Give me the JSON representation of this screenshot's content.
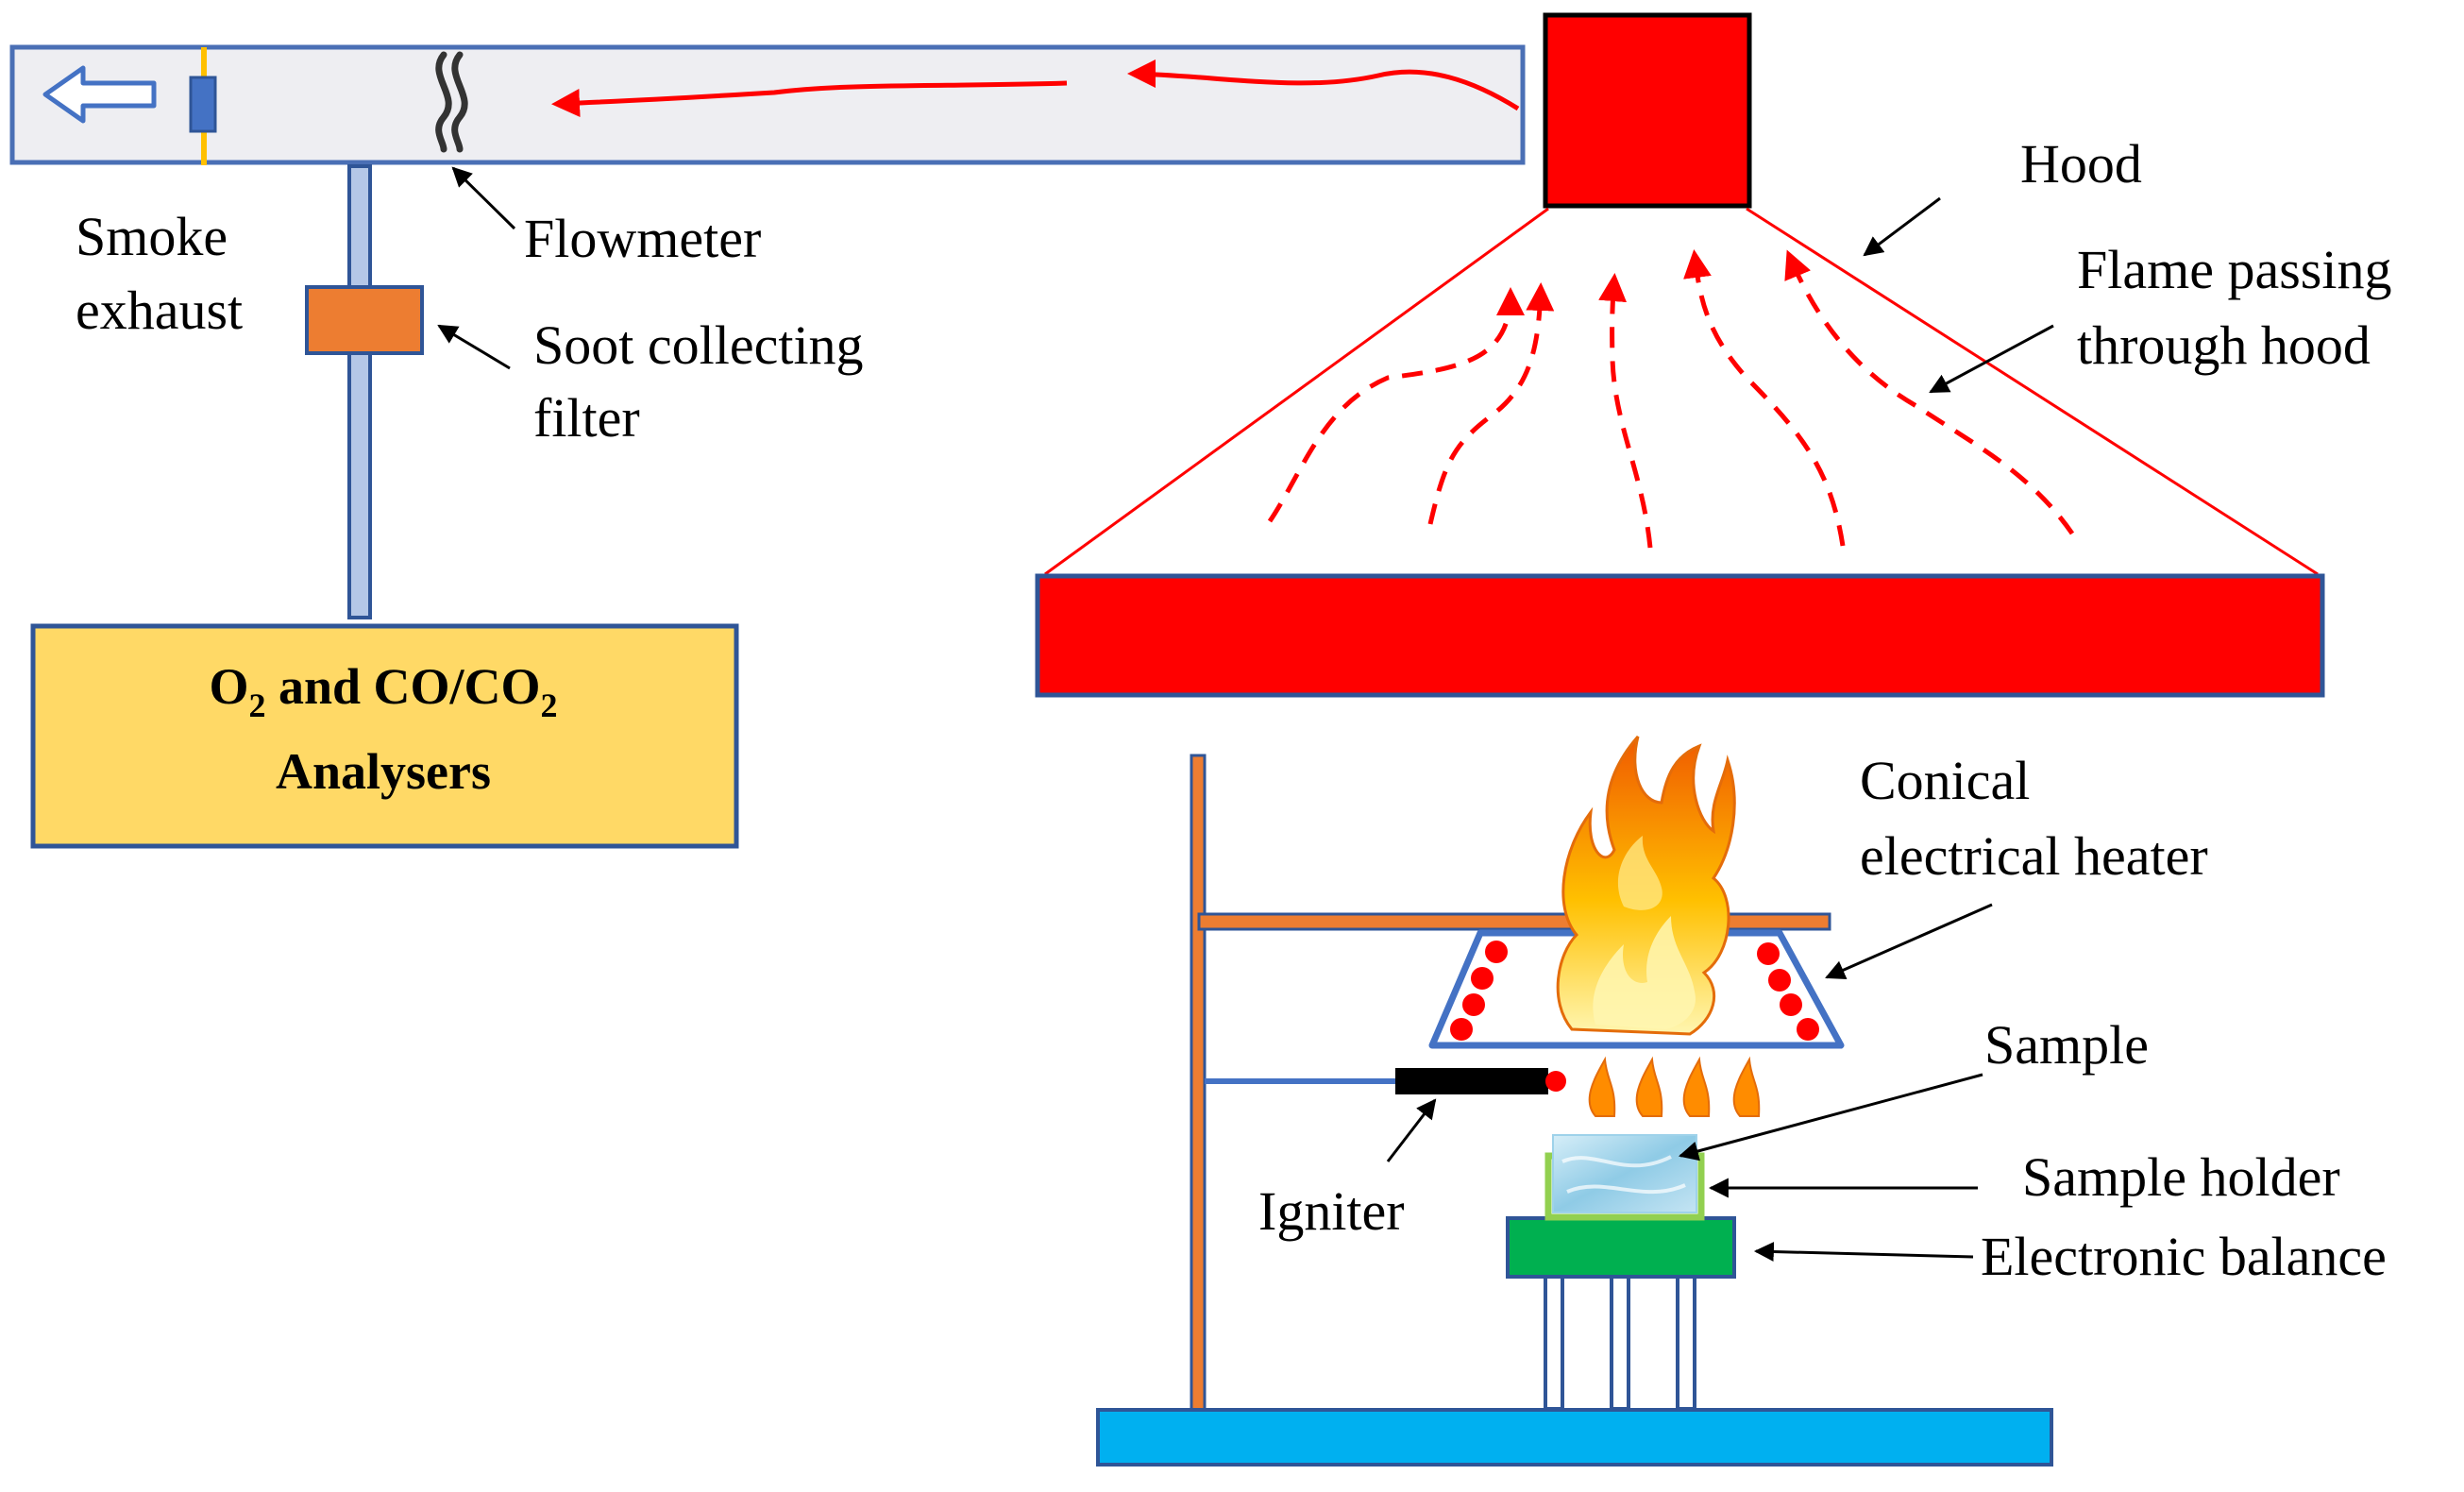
{
  "labels": {
    "hood": "Hood",
    "flame_line1": "Flame passing",
    "flame_line2": "through hood",
    "smoke_line1": "Smoke",
    "smoke_line2": "exhaust",
    "flowmeter": "Flowmeter",
    "filter_line1": "Soot collecting",
    "filter_line2": "filter",
    "analyser_o": "O",
    "analyser_sub1": "2",
    "analyser_and": " and CO/CO",
    "analyser_sub2": "2",
    "analyser_line2": "Analysers",
    "heater_line1": "Conical",
    "heater_line2": "electrical heater",
    "sample": "Sample",
    "sample_holder": "Sample holder",
    "balance": "Electronic balance",
    "igniter": "Igniter"
  },
  "colors": {
    "hood": "#FF0000",
    "duct_fill": "#EEEEF2",
    "duct_stroke": "#4A6FB5",
    "analyser_fill": "#FFD966",
    "analyser_stroke": "#2F5597",
    "filter_fill": "#ED7D31",
    "stand": "#ED7D31",
    "balance": "#00B050",
    "base": "#00B0F0",
    "heater_stroke": "#4472C4",
    "sample": "#A9D8F0",
    "holder": "#92D050"
  },
  "icons": {
    "exit_arrow": "left-arrow-icon",
    "flowmeter": "smoke-wave-icon",
    "flame": "fire-icon"
  }
}
